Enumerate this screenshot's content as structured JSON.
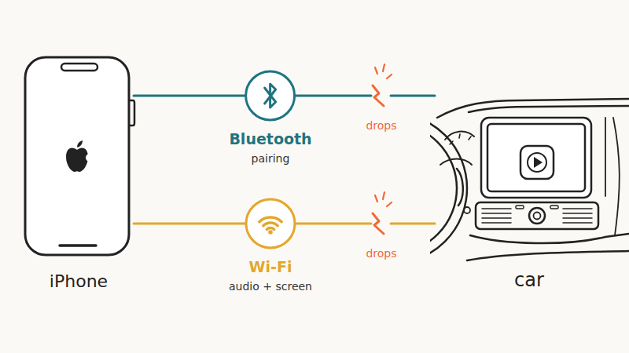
{
  "diagram": {
    "nodes": [
      {
        "text": [
          "iPhone"
        ]
      },
      {
        "text": [
          "Bluetooth",
          "pairing"
        ]
      },
      {
        "text": [
          "Wi-Fi",
          "audio + screen"
        ]
      },
      {
        "text": [
          "car"
        ]
      }
    ],
    "edges": [
      {
        "from": 0,
        "to": 1,
        "arrow": "none"
      },
      {
        "from": 1,
        "to": 3,
        "arrow": "none",
        "label": "drops"
      },
      {
        "from": 0,
        "to": 2,
        "arrow": "none"
      },
      {
        "from": 2,
        "to": 3,
        "arrow": "none",
        "label": "drops"
      }
    ]
  }
}
